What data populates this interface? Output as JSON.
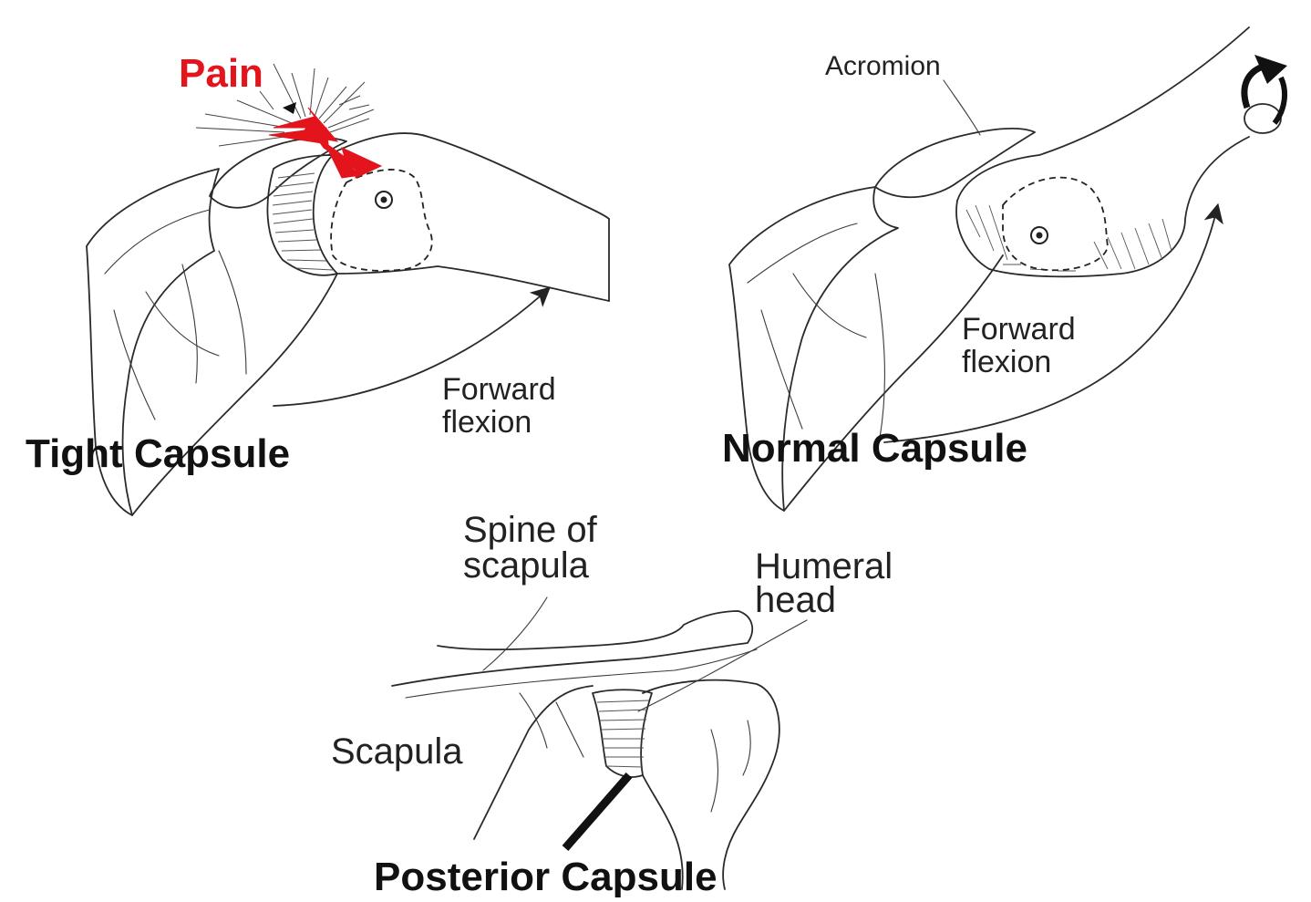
{
  "diagram": {
    "labels": {
      "pain": "Pain",
      "tight_forward": [
        "Forward",
        "flexion"
      ],
      "tight_title": "Tight Capsule",
      "acromion": "Acromion",
      "normal_forward": [
        "Forward",
        "flexion"
      ],
      "normal_title": "Normal Capsule",
      "spine": [
        "Spine of",
        "scapula"
      ],
      "humeral": [
        "Humeral",
        "head"
      ],
      "scapula": "Scapula",
      "posterior_title": "Posterior Capsule"
    },
    "colors": {
      "pain": "#e3141c",
      "line": "#2a2a2a",
      "text": "#222222"
    },
    "icons": [
      "pain-arrow-icon",
      "rotation-arrow-icon",
      "flexion-arrow-icon",
      "pointer-line-icon"
    ]
  }
}
